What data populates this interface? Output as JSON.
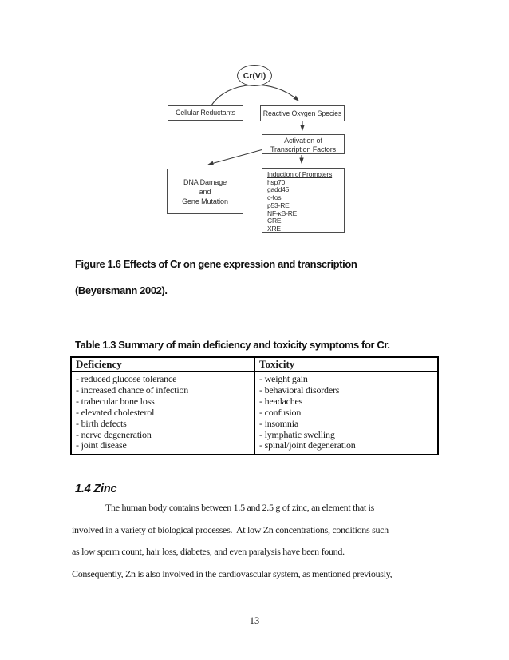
{
  "page": {
    "number": "13"
  },
  "diagram": {
    "oval_label": "Cr(VI)",
    "cellular": "Cellular Reductants",
    "ros": "Reactive Oxygen Species",
    "activation_line1": "Activation of",
    "activation_line2": "Transcription Factors",
    "dna_line1": "DNA Damage",
    "dna_line2": "and",
    "dna_line3": "Gene Mutation",
    "promoters_title": "Induction of Promoters",
    "promoters": [
      "hsp70",
      "gadd45",
      "c-fos",
      "p53-RE",
      "NF-κB-RE",
      "CRE",
      "XRE"
    ]
  },
  "figure_caption": {
    "line1": "Figure 1.6 Effects of Cr on gene expression and transcription",
    "line2": "(Beyersmann 2002)."
  },
  "table": {
    "title": "Table 1.3 Summary of main deficiency and toxicity symptoms for Cr.",
    "headers": [
      "Deficiency",
      "Toxicity"
    ],
    "deficiency_items": [
      "- reduced glucose tolerance",
      "- increased chance of infection",
      "- trabecular bone loss",
      "- elevated cholesterol",
      "- birth defects",
      "- nerve degeneration",
      "- joint disease"
    ],
    "toxicity_items": [
      "- weight gain",
      "- behavioral disorders",
      "- headaches",
      "- confusion",
      "- insomnia",
      "- lymphatic swelling",
      "- spinal/joint degeneration"
    ]
  },
  "section": {
    "heading": "1.4 Zinc",
    "paragraph_lines": [
      "The human body contains between 1.5 and 2.5 g of zinc, an element that is",
      "involved in a variety of biological processes.  At low Zn concentrations, conditions such",
      "as low sperm count, hair loss, diabetes, and even paralysis have been found.",
      "Consequently, Zn is also involved in the cardiovascular system, as mentioned previously,"
    ]
  }
}
